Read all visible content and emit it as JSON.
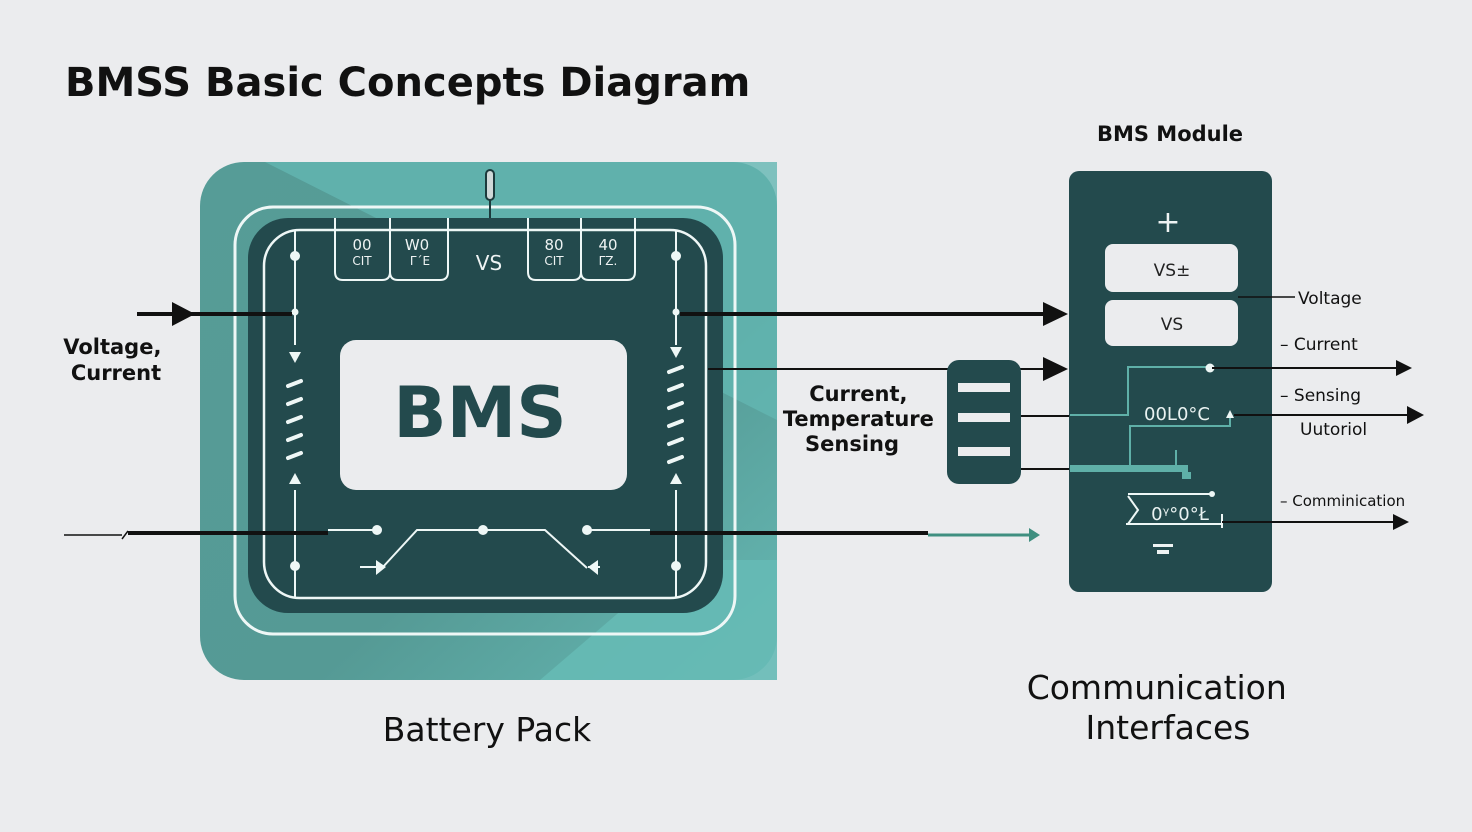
{
  "title": "BMSS Basic Concepts Diagram",
  "colors": {
    "background": "#ebecee",
    "teal_outer": "#5a9e99",
    "teal_light": "#66bab5",
    "dark_slate": "#234a4d",
    "accent_green": "#3f8f80",
    "line_black": "#111111",
    "white_line": "#f0f7f6"
  },
  "battery_pack": {
    "label": "Battery Pack",
    "core_label": "BMS",
    "center_label": "VS",
    "cells": [
      {
        "value": "00",
        "sub": "CIT"
      },
      {
        "value": "W0",
        "sub": "Γ΄E"
      },
      {
        "value": "80",
        "sub": "CIT"
      },
      {
        "value": "40",
        "sub": "ΓZ."
      }
    ]
  },
  "left_labels": {
    "input": [
      "Voltage,",
      "Current"
    ]
  },
  "sensing": {
    "label": [
      "Current,",
      "Temperature",
      "Sensing"
    ]
  },
  "bms_module": {
    "title": "BMS Module",
    "plus_symbol": "+",
    "minus_symbol": "−",
    "boxes": [
      "VS±",
      "VS"
    ],
    "readings": [
      "00L0°C",
      "0ᵞ°0°Ł"
    ]
  },
  "right_labels": [
    "Voltage",
    "– Current",
    "– Sensing",
    "Uutoriol",
    "– Comminication"
  ],
  "communication": {
    "label": [
      "Communication",
      "Interfaces"
    ]
  }
}
